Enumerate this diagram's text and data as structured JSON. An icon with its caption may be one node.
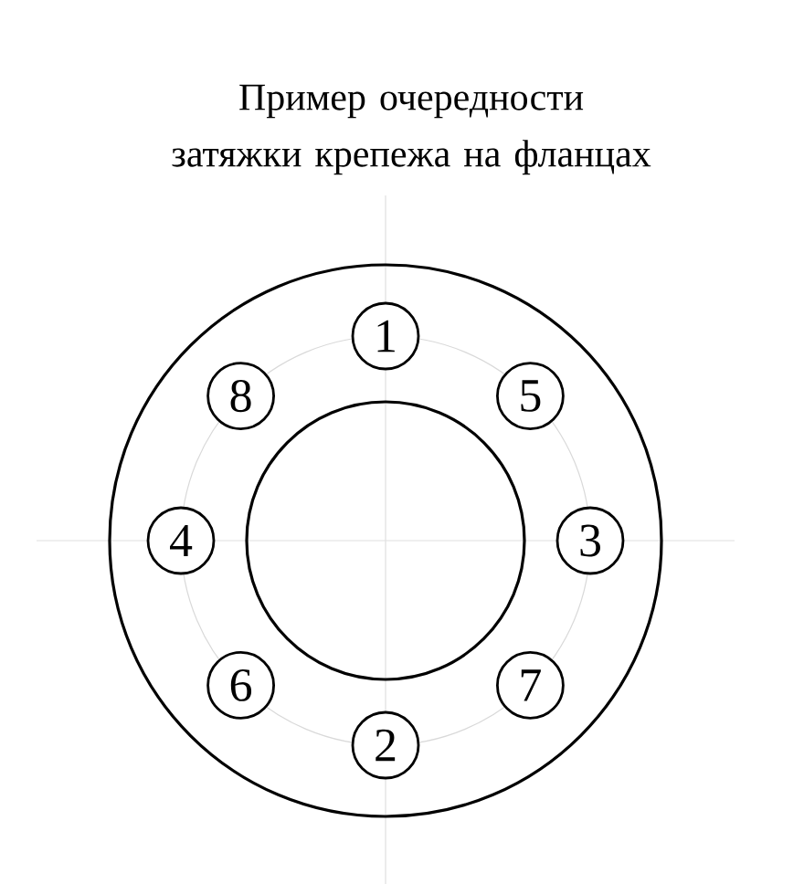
{
  "diagram": {
    "title": "Пример очередности затяжки крепежа на фланцах",
    "nodes": [
      {
        "text": [
          "1"
        ]
      },
      {
        "text": [
          "8"
        ]
      },
      {
        "text": [
          "5"
        ]
      },
      {
        "text": [
          "4"
        ]
      },
      {
        "text": [
          "3"
        ]
      },
      {
        "text": [
          "6"
        ]
      },
      {
        "text": [
          "7"
        ]
      },
      {
        "text": [
          "2"
        ]
      }
    ]
  }
}
